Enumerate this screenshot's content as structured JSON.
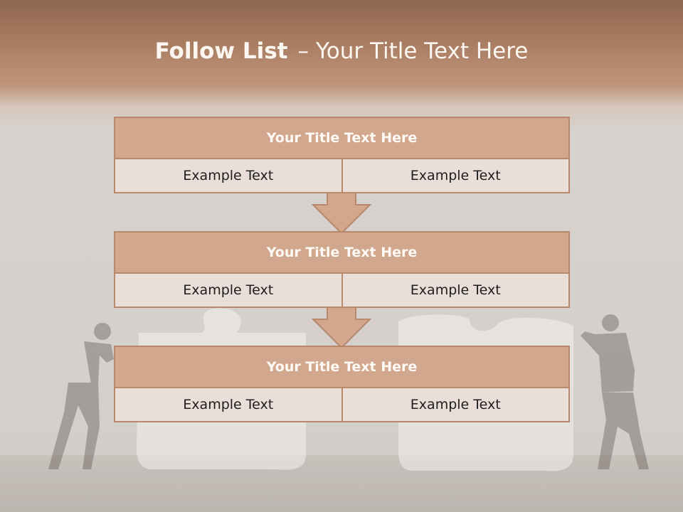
{
  "slide": {
    "title_bold": "Follow List",
    "title_dash": "–",
    "title_rest": "Your Title Text Here"
  },
  "panels": [
    {
      "title": "Your Title Text Here",
      "cells": [
        "Example Text",
        "Example Text"
      ]
    },
    {
      "title": "Your Title Text Here",
      "cells": [
        "Example Text",
        "Example Text"
      ]
    },
    {
      "title": "Your Title Text Here",
      "cells": [
        "Example Text",
        "Example Text"
      ]
    }
  ],
  "colors": {
    "accent": "#b9876a",
    "header_fill": "#d1a78d",
    "row_fill": "#eaded8",
    "title_bar": "#a97d62"
  }
}
